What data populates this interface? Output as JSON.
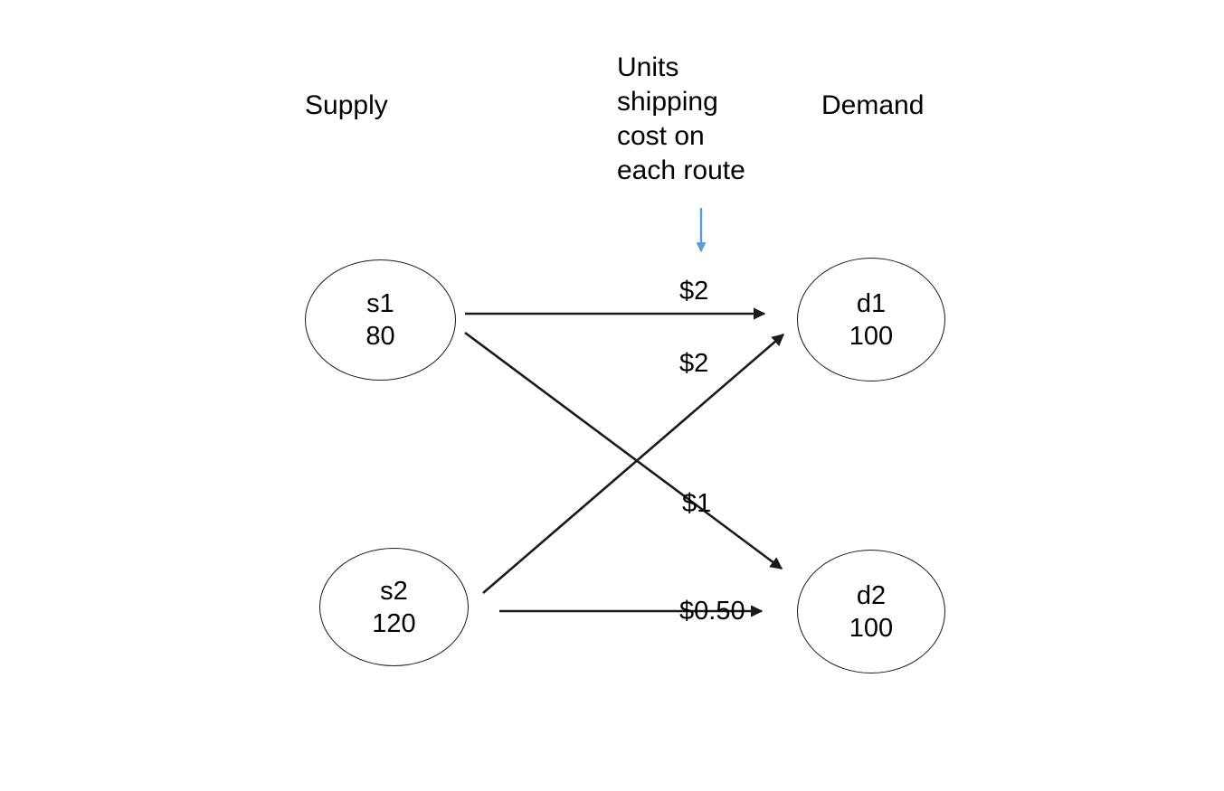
{
  "diagram": {
    "title_supply": "Supply",
    "title_demand": "Demand",
    "annotation": "Units\nshipping\ncost on\neach route",
    "annotation_arrow_color": "#5B9BD5",
    "edge_color": "#1a1a1a",
    "background": "#ffffff"
  },
  "supply_nodes": [
    {
      "id": "s1",
      "value": "80"
    },
    {
      "id": "s2",
      "value": "120"
    }
  ],
  "demand_nodes": [
    {
      "id": "d1",
      "value": "100"
    },
    {
      "id": "d2",
      "value": "100"
    }
  ],
  "routes": [
    {
      "from": "s1",
      "to": "d1",
      "cost_label": "$2"
    },
    {
      "from": "s2",
      "to": "d1",
      "cost_label": "$2"
    },
    {
      "from": "s1",
      "to": "d2",
      "cost_label": "$1"
    },
    {
      "from": "s2",
      "to": "d2",
      "cost_label": "$0.50"
    }
  ],
  "chart_data": {
    "type": "diagram",
    "title": "Transportation network: supply, demand and unit shipping costs",
    "nodes": [
      {
        "name": "s1",
        "role": "supply",
        "quantity": 80
      },
      {
        "name": "s2",
        "role": "supply",
        "quantity": 120
      },
      {
        "name": "d1",
        "role": "demand",
        "quantity": 100
      },
      {
        "name": "d2",
        "role": "demand",
        "quantity": 100
      }
    ],
    "edges": [
      {
        "source": "s1",
        "target": "d1",
        "unit_cost": 2,
        "label": "$2"
      },
      {
        "source": "s1",
        "target": "d2",
        "unit_cost": 1,
        "label": "$1"
      },
      {
        "source": "s2",
        "target": "d1",
        "unit_cost": 2,
        "label": "$2"
      },
      {
        "source": "s2",
        "target": "d2",
        "unit_cost": 0.5,
        "label": "$0.50"
      }
    ],
    "annotations": [
      "Supply",
      "Demand",
      "Units shipping cost on each route"
    ]
  }
}
